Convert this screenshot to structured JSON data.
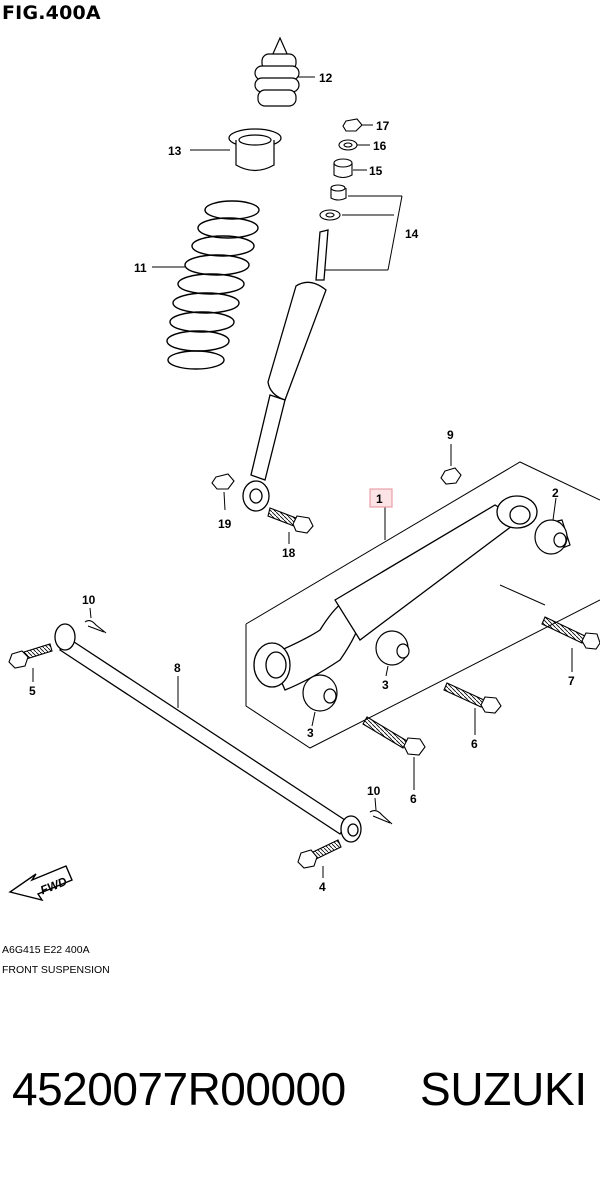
{
  "figure": {
    "title": "FIG.400A"
  },
  "callouts": {
    "c1": "1",
    "c2": "2",
    "c3a": "3",
    "c3b": "3",
    "c4": "4",
    "c5": "5",
    "c6a": "6",
    "c6b": "6",
    "c7": "7",
    "c8": "8",
    "c9": "9",
    "c10a": "10",
    "c10b": "10",
    "c11": "11",
    "c12": "12",
    "c13": "13",
    "c14": "14",
    "c15": "15",
    "c16": "16",
    "c17": "17",
    "c18": "18",
    "c19": "19"
  },
  "fwd_label": "FWD",
  "drawing_code": "A6G415 E22 400A",
  "section_name": "FRONT SUSPENSION",
  "part_number": "4520077R00000",
  "brand": "SUZUKI",
  "colors": {
    "highlight_box": "#e8a0a8",
    "highlight_fill": "#fbe3e6"
  }
}
